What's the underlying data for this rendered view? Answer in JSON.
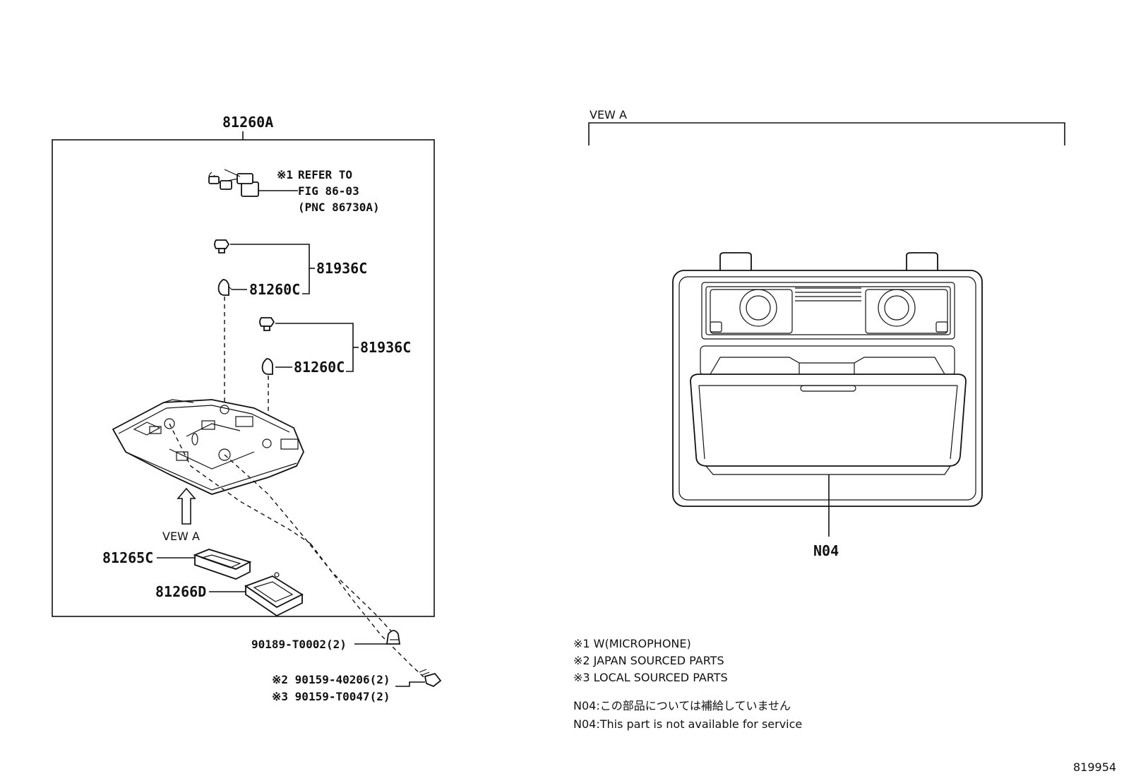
{
  "assembly": {
    "label": "81260A",
    "refer_mark": "※1",
    "refer_lines": [
      "REFER TO",
      "FIG 86-03",
      "(PNC 86730A)"
    ],
    "view_a_label": "VEW A"
  },
  "callouts": {
    "p81936c_1": "81936C",
    "p81260c_1": "81260C",
    "p81936c_2": "81936C",
    "p81260c_2": "81260C",
    "p81265c": "81265C",
    "p81266d": "81266D",
    "p90189": "90189-T0002(2)",
    "p90159a": "※2 90159-40206(2)",
    "p90159b": "※3 90159-T0047(2)"
  },
  "view_a": {
    "title": "VEW A",
    "callout": "N04"
  },
  "notes": [
    "※1 W(MICROPHONE)",
    "※2 JAPAN SOURCED PARTS",
    "※3 LOCAL SOURCED PARTS"
  ],
  "n04_notes": [
    "N04:この部品については補給していません",
    "N04:This part is not available for service"
  ],
  "figure_number": "819954"
}
